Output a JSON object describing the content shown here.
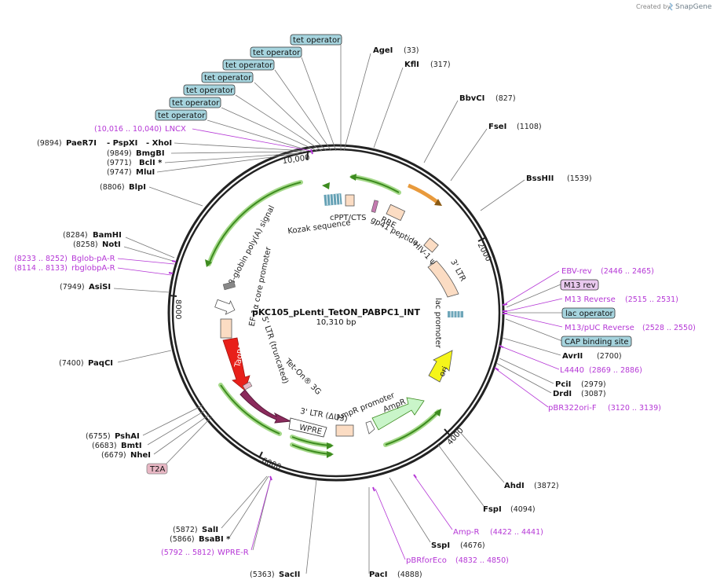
{
  "app": {
    "created_by": "Created by",
    "brand": "SnapGene"
  },
  "plasmid": {
    "name": "pKC105_pLenti_TetON_PABPC1_INT",
    "size": "10,310 bp"
  },
  "ticks": [
    "10,000",
    "2000",
    "4000",
    "6000",
    "8000"
  ],
  "top_boxes": [
    "tet operator",
    "tet operator",
    "tet operator",
    "tet operator",
    "tet operator",
    "tet operator",
    "tet operator"
  ],
  "enzymes_right": [
    {
      "name": "AgeI",
      "pos": "(33)"
    },
    {
      "name": "KflI",
      "pos": "(317)"
    },
    {
      "name": "BbvCI",
      "pos": "(827)"
    },
    {
      "name": "FseI",
      "pos": "(1108)"
    },
    {
      "name": "BssHII",
      "pos": "(1539)"
    },
    {
      "name": "AvrII",
      "pos": "(2700)"
    },
    {
      "name": "PciI",
      "pos": "(2979)"
    },
    {
      "name": "DrdI",
      "pos": "(3087)"
    },
    {
      "name": "AhdI",
      "pos": "(3872)"
    },
    {
      "name": "FspI",
      "pos": "(4094)"
    },
    {
      "name": "SspI",
      "pos": "(4676)"
    },
    {
      "name": "PacI",
      "pos": "(4888)"
    },
    {
      "name": "SacII",
      "pos": "(5363)"
    }
  ],
  "enzymes_left": [
    {
      "name": "PaeR7I",
      "pos": "(9894)",
      "extra1": "- PspXI",
      "extra2": "- XhoI"
    },
    {
      "name": "BmgBI",
      "pos": "(9849)"
    },
    {
      "name": "BclI *",
      "pos": "(9771)"
    },
    {
      "name": "MluI",
      "pos": "(9747)"
    },
    {
      "name": "BlpI",
      "pos": "(8806)"
    },
    {
      "name": "BamHI",
      "pos": "(8284)"
    },
    {
      "name": "NotI",
      "pos": "(8258)"
    },
    {
      "name": "AsiSI",
      "pos": "(7949)"
    },
    {
      "name": "PaqCI",
      "pos": "(7400)"
    },
    {
      "name": "PshAI",
      "pos": "(6755)"
    },
    {
      "name": "BmtI",
      "pos": "(6683)"
    },
    {
      "name": "NheI",
      "pos": "(6679)"
    },
    {
      "name": "SalI",
      "pos": "(5872)"
    },
    {
      "name": "BsaBI *",
      "pos": "(5866)"
    }
  ],
  "primers": [
    {
      "name": "LNCX",
      "pos": "(10,016 .. 10,040)"
    },
    {
      "name": "Bglob-pA-R",
      "pos": "(8233 .. 8252)"
    },
    {
      "name": "rbglobpA-R",
      "pos": "(8114 .. 8133)"
    },
    {
      "name": "EBV-rev",
      "pos": "(2446 .. 2465)"
    },
    {
      "name": "M13 Reverse",
      "pos": "(2515 .. 2531)"
    },
    {
      "name": "M13/pUC Reverse",
      "pos": "(2528 .. 2550)"
    },
    {
      "name": "L4440",
      "pos": "(2869 .. 2886)"
    },
    {
      "name": "pBR322ori-F",
      "pos": "(3120 .. 3139)"
    },
    {
      "name": "Amp-R",
      "pos": "(4422 .. 4441)"
    },
    {
      "name": "pBRforEco",
      "pos": "(4832 .. 4850)"
    },
    {
      "name": "WPRE-R",
      "pos": "(5792 .. 5812)"
    }
  ],
  "boxed_labels": {
    "m13rev": "M13 rev",
    "lac_operator": "lac operator",
    "cap": "CAP binding site",
    "t2a": "T2A"
  },
  "features": {
    "cppt": "cPPT/CTS",
    "kozak": "Kozak sequence",
    "rre": "RRE",
    "gp41": "gp41 peptide",
    "hiv": "HIV-1 ψ",
    "ltr3": "3' LTR",
    "lac_promoter": "lac promoter",
    "bglob": "β-globin poly(A) signal",
    "ef1a": "EF-1α core promoter",
    "ltr5": "5' LTR (truncated)",
    "tagrfp": "TagRFP",
    "teton": "Tet-On® 3G",
    "ltr3d": "3' LTR (ΔU3)",
    "wpre": "WPRE",
    "ampr_prom": "AmpR promoter",
    "ampr": "AmpR",
    "ori": "ori"
  },
  "colors": {
    "ring": "#222222",
    "primer": "#b537d6",
    "green_arrow": "#3d8b1f",
    "tagrfp": "#e8201a",
    "teton": "#8b2a5c",
    "ori": "#f5f51a",
    "ampr": "#c9f5c9",
    "ltr": "#fbdcc3",
    "operator_box": "#a6d4de",
    "m13_box": "#e9c9ee",
    "t2a_box": "#e8b7c4"
  }
}
